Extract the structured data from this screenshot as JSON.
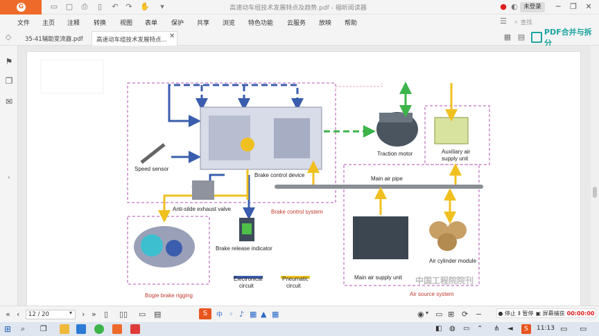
{
  "titlebar": {
    "logo_text": "G",
    "title": "高速动车组技术发展特点及趋势.pdf - 福昕阅读器",
    "login": "未登录"
  },
  "menu": [
    "文件",
    "主页",
    "注释",
    "转换",
    "视图",
    "表单",
    "保护",
    "共享",
    "浏览",
    "特色功能",
    "云服务",
    "放映",
    "帮助"
  ],
  "search": {
    "placeholder": "查找"
  },
  "tabs": [
    {
      "label": "35-41辅助变流器.pdf",
      "active": false
    },
    {
      "label": "高速动车组技术发展特点...",
      "active": true
    }
  ],
  "pdf_merge": "PDF合并与拆分",
  "status": {
    "page_value": "12 / 20",
    "time": "11:13",
    "rec_stop": "停止",
    "rec_pause": "暂停",
    "rec_capture": "屏幕捕获",
    "rec_time": "00:00:00"
  },
  "ime_label": "中",
  "diagram": {
    "labels": {
      "speed_sensor": "Speed sensor",
      "brake_control_device": "Brake control device",
      "traction_motor": "Traction motor",
      "auxiliary_air_supply": "Auxiliary air",
      "auxiliary_air_supply2": "supply unit",
      "main_air_pipe": "Main air pipe",
      "anti_slide": "Anti-silde exhaust valve",
      "brake_control_system": "Brake control system",
      "brake_release": "Brake release indicator",
      "bogie_brake": "Bogie brake rigging",
      "electronical": "Electronical",
      "electronical2": "circuit",
      "pneumatic": "Pneumatic",
      "pneumatic2": "circuit",
      "main_air_supply": "Main air supply unit",
      "air_cylinder": "Air cylinder module",
      "air_source_system": "Air source system"
    },
    "watermark": "中国工程院院刊"
  },
  "colors": {
    "accent": "#ee6a2a",
    "electric": "#3a5dae",
    "pneumatic": "#f0c020",
    "traction": "#3cb44a",
    "region": "#b24fb2"
  }
}
